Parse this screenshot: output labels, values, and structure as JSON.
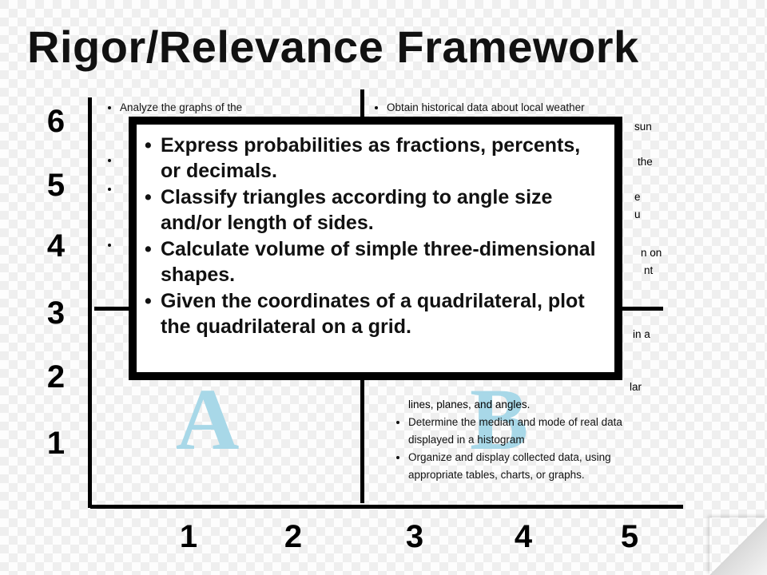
{
  "title": "Rigor/Relevance Framework",
  "y_axis_labels": [
    "6",
    "5",
    "4",
    "3",
    "2",
    "1"
  ],
  "x_axis_labels": [
    "1",
    "2",
    "3",
    "4",
    "5"
  ],
  "quadrant_letters": {
    "a": "A",
    "b": "B"
  },
  "top_left_items": [
    "Analyze the graphs of the",
    "",
    "",
    ""
  ],
  "top_right_items": [
    "Obtain historical data about local weather",
    "",
    "",
    ""
  ],
  "top_right_fragments": [
    "sun",
    "the",
    "e",
    "u",
    "n on",
    "nt"
  ],
  "bottom_right_fragments": [
    "in a",
    "lar",
    "lines, planes, and angles."
  ],
  "bottom_right_items": [
    "Determine the median and mode of real data displayed in a histogram",
    "Organize and display collected data, using appropriate tables, charts, or graphs."
  ],
  "popup_items": [
    "Express probabilities as fractions, percents, or decimals.",
    "Classify triangles according to angle size and/or length of sides.",
    "Calculate volume of simple three-dimensional shapes.",
    "Given the coordinates of a quadrilateral, plot the quadrilateral on a grid."
  ],
  "colors": {
    "quadrant_letter": "#a8d8e8",
    "axis": "#000000",
    "popup_border": "#000000"
  }
}
